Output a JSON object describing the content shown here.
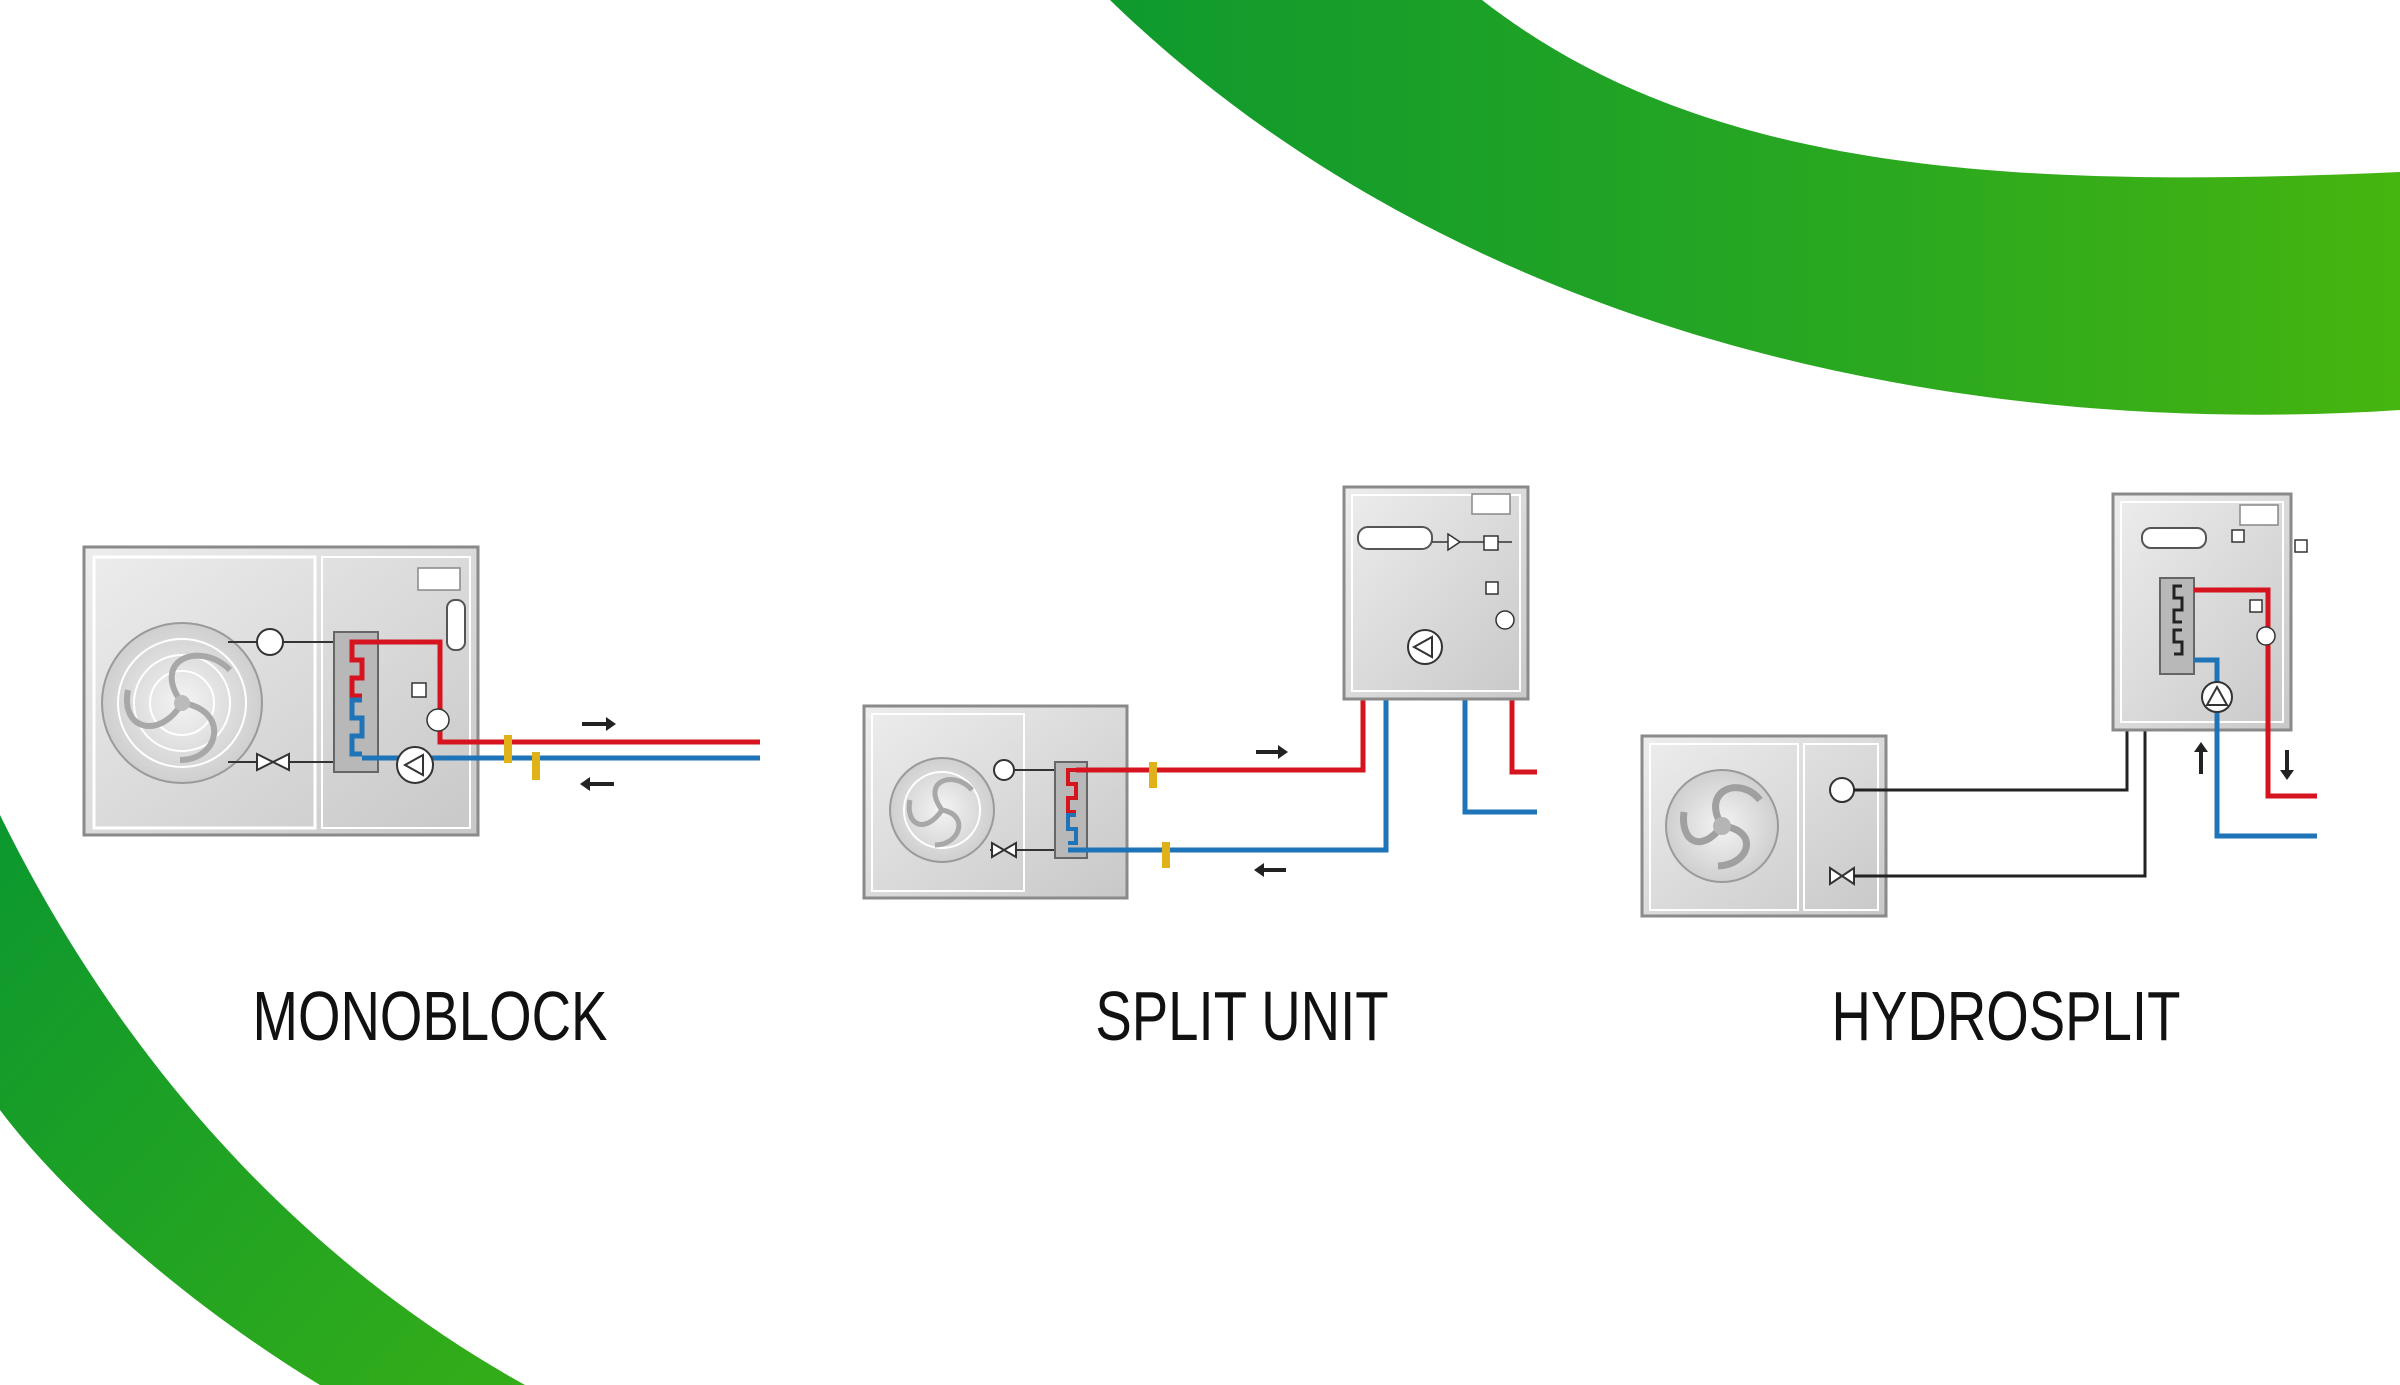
{
  "colors": {
    "accent_green": "#1fa22b",
    "green_light": "#3cb012",
    "supply_red": "#d6141f",
    "return_blue": "#1f73b7",
    "unit_grey": "#d9d9d9"
  },
  "systems": [
    {
      "label": "MONOBLOCK"
    },
    {
      "label": "SPLIT UNIT"
    },
    {
      "label": "HYDROSPLIT"
    }
  ],
  "icons": [
    "fan-icon",
    "pump-icon",
    "heat-exchanger-icon",
    "valve-icon",
    "expansion-vessel-icon",
    "flow-arrow-icon",
    "pressure-gauge-icon"
  ]
}
